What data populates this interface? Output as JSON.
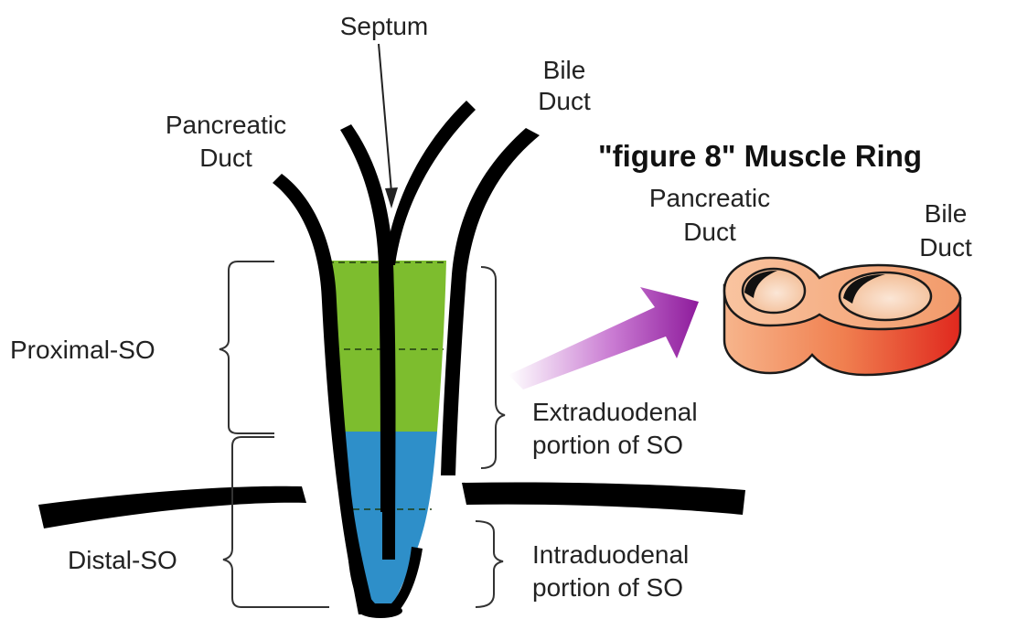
{
  "labels": {
    "septum": "Septum",
    "bile_duct_top_1": "Bile",
    "bile_duct_top_2": "Duct",
    "pancreatic_duct_top_1": "Pancreatic",
    "pancreatic_duct_top_2": "Duct",
    "proximal_so": "Proximal-SO",
    "distal_so": "Distal-SO",
    "extraduodenal_1": "Extraduodenal",
    "extraduodenal_2": "portion of SO",
    "intraduodenal_1": "Intraduodenal",
    "intraduodenal_2": "portion of SO"
  },
  "muscle_ring": {
    "title": "\"figure 8\" Muscle Ring",
    "pancreatic_1": "Pancreatic",
    "pancreatic_2": "Duct",
    "bile_1": "Bile",
    "bile_2": "Duct"
  },
  "colors": {
    "proximal_fill": "#7dbd2e",
    "distal_fill": "#2e8fc9",
    "duct_wall": "#000000",
    "ring_light": "#f2a070",
    "ring_dark": "#e2231a",
    "arrow": "#9b1fa8"
  }
}
